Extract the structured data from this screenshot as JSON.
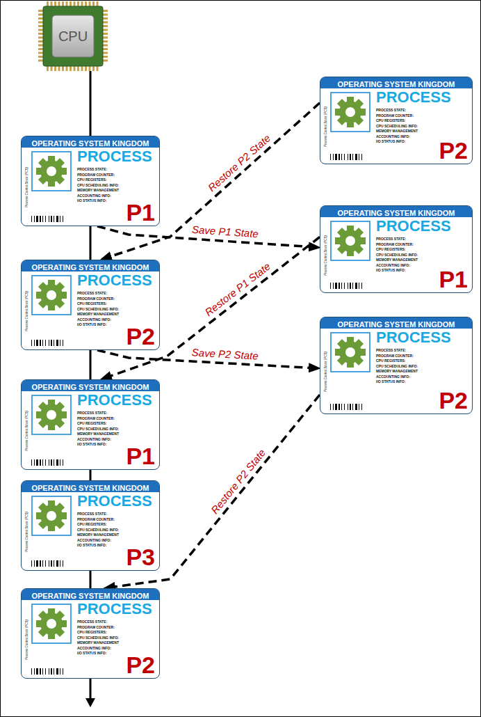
{
  "diagram": {
    "nodes": [
      {
        "text": [
          "CPU"
        ]
      },
      {
        "text": [
          "OPERATING SYSTEM KINGDOM",
          "Process Control Block (PCB)",
          "PROCESS",
          "PROCESS STATE:",
          "PROGRAM COUNTER:",
          "CPU REGISTERS:",
          "CPU SCHEDULING INFO:",
          "MEMORY MANAGEMENT",
          "ACCOUNTING INFO:",
          "I/O STATUS INFO:",
          "P2"
        ]
      },
      {
        "text": [
          "OPERATING SYSTEM KINGDOM",
          "Process Control Block (PCB)",
          "PROCESS",
          "PROCESS STATE:",
          "PROGRAM COUNTER:",
          "CPU REGISTERS:",
          "CPU SCHEDULING INFO:",
          "MEMORY MANAGEMENT",
          "ACCOUNTING INFO:",
          "I/O STATUS INFO:",
          "P1"
        ]
      },
      {
        "text": [
          "OPERATING SYSTEM KINGDOM",
          "Process Control Block (PCB)",
          "PROCESS",
          "PROCESS STATE:",
          "PROGRAM COUNTER:",
          "CPU REGISTERS:",
          "CPU SCHEDULING INFO:",
          "MEMORY MANAGEMENT",
          "ACCOUNTING INFO:",
          "I/O STATUS INFO:",
          "P1"
        ]
      },
      {
        "text": [
          "OPERATING SYSTEM KINGDOM",
          "Process Control Block (PCB)",
          "PROCESS",
          "PROCESS STATE:",
          "PROGRAM COUNTER:",
          "CPU REGISTERS:",
          "CPU SCHEDULING INFO:",
          "MEMORY MANAGEMENT",
          "ACCOUNTING INFO:",
          "I/O STATUS INFO:",
          "P2"
        ]
      },
      {
        "text": [
          "OPERATING SYSTEM KINGDOM",
          "Process Control Block (PCB)",
          "PROCESS",
          "PROCESS STATE:",
          "PROGRAM COUNTER:",
          "CPU REGISTERS:",
          "CPU SCHEDULING INFO:",
          "MEMORY MANAGEMENT",
          "ACCOUNTING INFO:",
          "I/O STATUS INFO:",
          "P2"
        ]
      },
      {
        "text": [
          "OPERATING SYSTEM KINGDOM",
          "Process Control Block (PCB)",
          "PROCESS",
          "PROCESS STATE:",
          "PROGRAM COUNTER:",
          "CPU REGISTERS:",
          "CPU SCHEDULING INFO:",
          "MEMORY MANAGEMENT",
          "ACCOUNTING INFO:",
          "I/O STATUS INFO:",
          "P1"
        ]
      },
      {
        "text": [
          "OPERATING SYSTEM KINGDOM",
          "Process Control Block (PCB)",
          "PROCESS",
          "PROCESS STATE:",
          "PROGRAM COUNTER:",
          "CPU REGISTERS:",
          "CPU SCHEDULING INFO:",
          "MEMORY MANAGEMENT",
          "ACCOUNTING INFO:",
          "I/O STATUS INFO:",
          "P3"
        ]
      },
      {
        "text": [
          "OPERATING SYSTEM KINGDOM",
          "Process Control Block (PCB)",
          "PROCESS",
          "PROCESS STATE:",
          "PROGRAM COUNTER:",
          "CPU REGISTERS:",
          "CPU SCHEDULING INFO:",
          "MEMORY MANAGEMENT",
          "ACCOUNTING INFO:",
          "I/O STATUS INFO:",
          "P2"
        ]
      }
    ],
    "edges": [
      {
        "from": 0,
        "to": 2,
        "arrow": "none"
      },
      {
        "from": 2,
        "to": 4,
        "arrow": "none"
      },
      {
        "from": 4,
        "to": 6,
        "arrow": "none"
      },
      {
        "from": 6,
        "to": 7,
        "arrow": "none"
      },
      {
        "from": 7,
        "to": 8,
        "arrow": "none"
      },
      {
        "from": 1,
        "to": 4,
        "label": "Restore P2 State",
        "arrow": "to"
      },
      {
        "from": 2,
        "to": 3,
        "label": "Save P1 State",
        "arrow": "to"
      },
      {
        "from": 3,
        "to": 6,
        "label": "Restore P1 State",
        "arrow": "to"
      },
      {
        "from": 4,
        "to": 5,
        "label": "Save P2 State",
        "arrow": "to"
      },
      {
        "from": 5,
        "to": 8,
        "label": "Restore P2 State",
        "arrow": "to"
      }
    ]
  }
}
